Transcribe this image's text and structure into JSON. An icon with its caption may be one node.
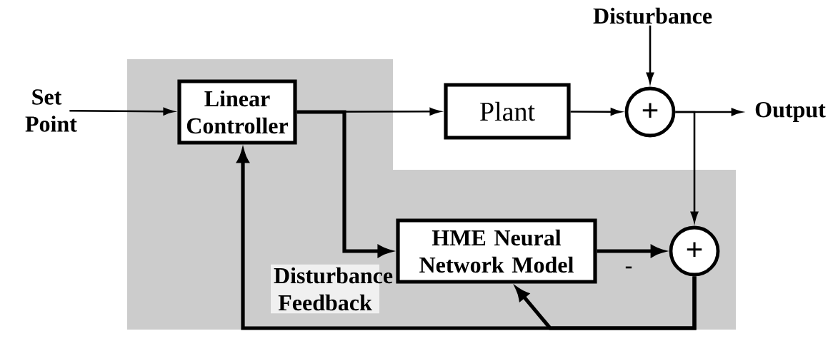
{
  "diagram": {
    "nodes": [
      {
        "text": [
          "Set Point"
        ]
      },
      {
        "text": [
          "Linear Controller"
        ]
      },
      {
        "text": [
          "Plant"
        ]
      },
      {
        "text": [
          "+"
        ]
      },
      {
        "text": [
          "Output"
        ]
      },
      {
        "text": [
          "Disturbance"
        ]
      },
      {
        "text": [
          "HME Neural Network Model"
        ]
      },
      {
        "text": [
          "+"
        ]
      }
    ],
    "edges": [
      {
        "from": 0,
        "to": 1,
        "arrow": "to"
      },
      {
        "from": 1,
        "to": 2,
        "arrow": "to"
      },
      {
        "from": 2,
        "to": 3,
        "arrow": "to"
      },
      {
        "from": 5,
        "to": 3,
        "arrow": "to"
      },
      {
        "from": 3,
        "to": 4,
        "arrow": "to"
      },
      {
        "from": 3,
        "to": 7,
        "arrow": "to"
      },
      {
        "from": 1,
        "to": 6,
        "arrow": "to",
        "style": "thick"
      },
      {
        "from": 6,
        "to": 7,
        "arrow": "to",
        "style": "thick",
        "label": "-"
      },
      {
        "from": 7,
        "to": 1,
        "arrow": "to",
        "style": "thick",
        "label": "Disturbance Feedback"
      },
      {
        "from": 7,
        "to": 6,
        "arrow": "to",
        "style": "thick"
      }
    ]
  }
}
